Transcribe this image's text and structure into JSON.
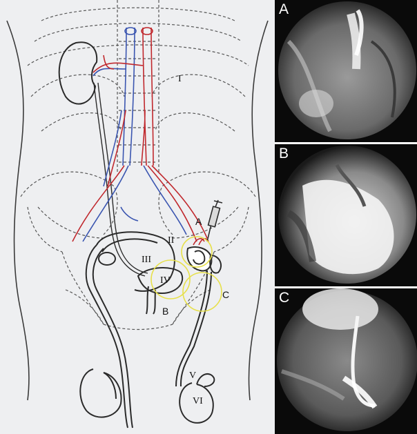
{
  "diagram": {
    "region_labels": {
      "I": "I",
      "II": "II",
      "III": "III",
      "IV": "IV",
      "V": "V",
      "VI": "VI"
    },
    "site_labels": {
      "A": "A",
      "B": "B",
      "C": "C"
    },
    "colors": {
      "artery": "#c0282d",
      "vein": "#3a55b0",
      "outline": "#2a2a2a",
      "dashed": "#555555",
      "marker_circle": "#e7e04a"
    }
  },
  "panels": [
    {
      "label": "A"
    },
    {
      "label": "B"
    },
    {
      "label": "C"
    }
  ]
}
